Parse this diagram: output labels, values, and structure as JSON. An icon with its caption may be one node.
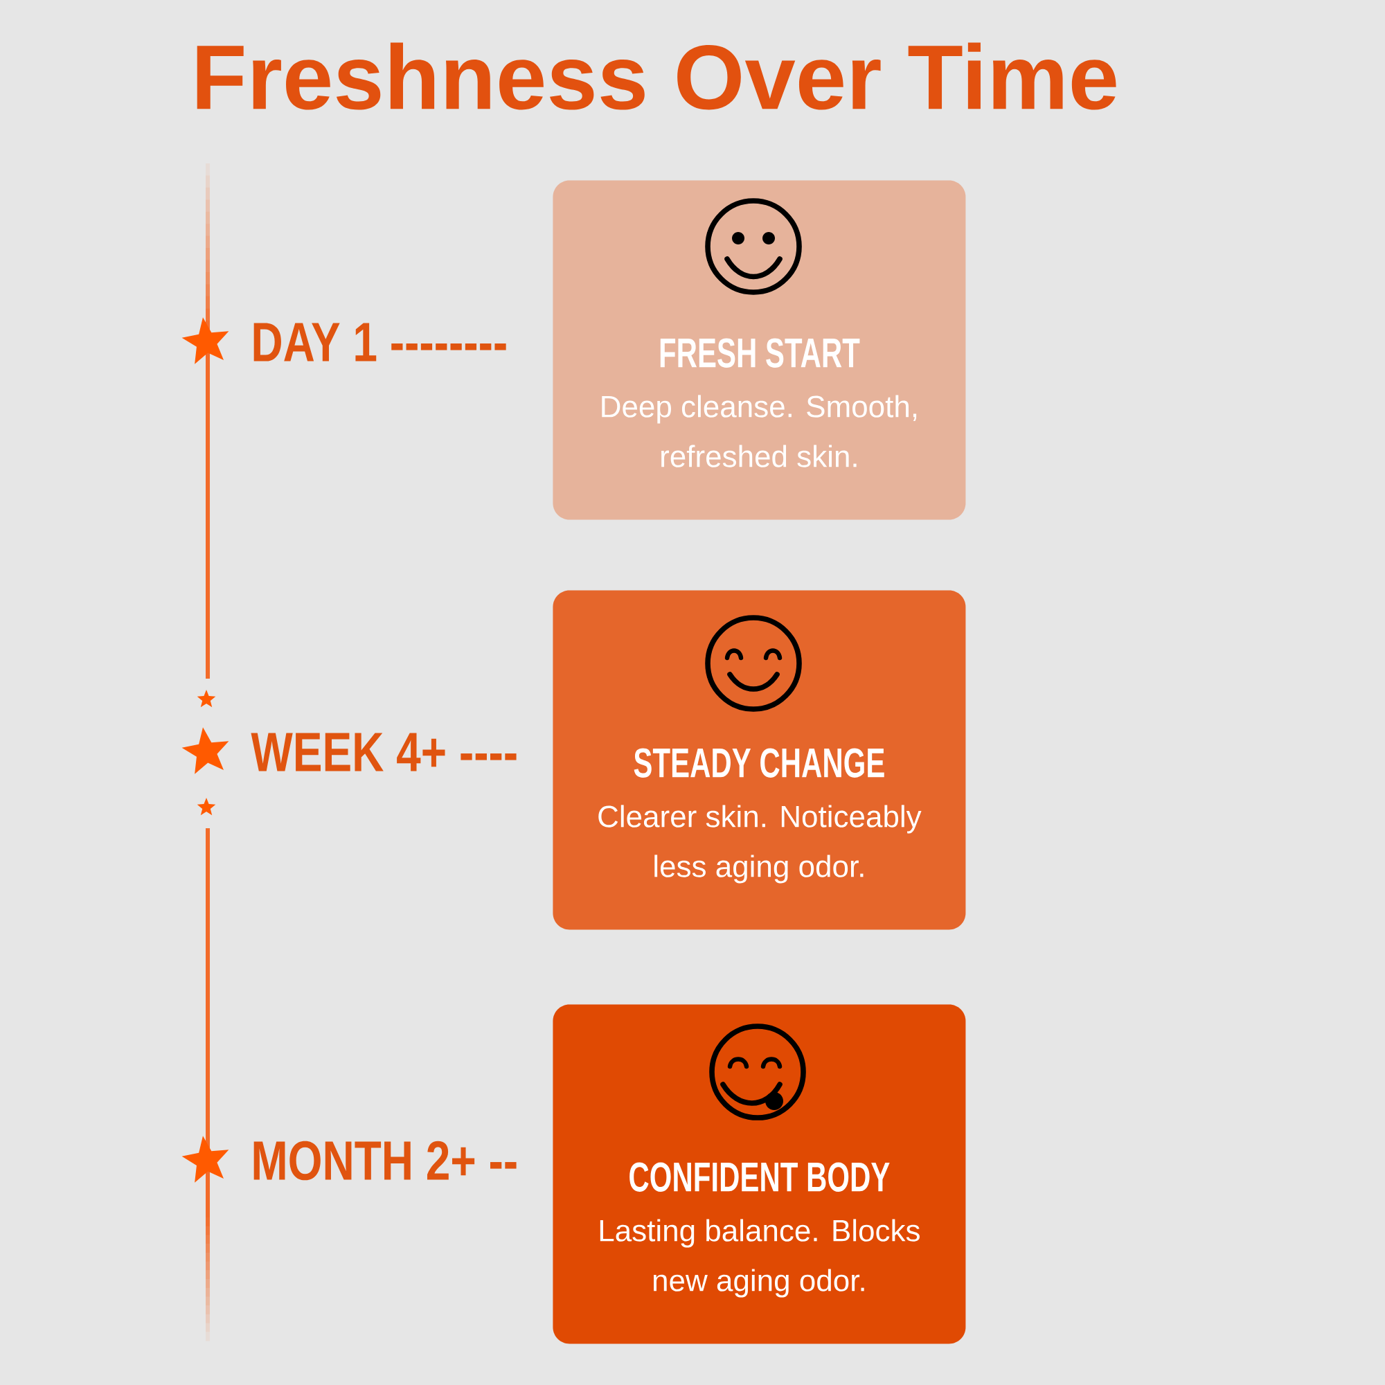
{
  "diagram": {
    "title": "Freshness Over Time",
    "nodes": [
      {
        "text": [
          "FRESH START",
          "Deep cleanse. Smooth, refreshed skin."
        ],
        "beside": [
          "DAY 1 --------"
        ]
      },
      {
        "text": [
          "STEADY CHANGE",
          "Clearer skin. Noticeably less aging odor."
        ],
        "beside": [
          "WEEK 4+ ----"
        ]
      },
      {
        "text": [
          "CONFIDENT BODY",
          "Lasting balance. Blocks new aging odor."
        ],
        "beside": [
          "MONTH 2+ --"
        ]
      }
    ]
  }
}
